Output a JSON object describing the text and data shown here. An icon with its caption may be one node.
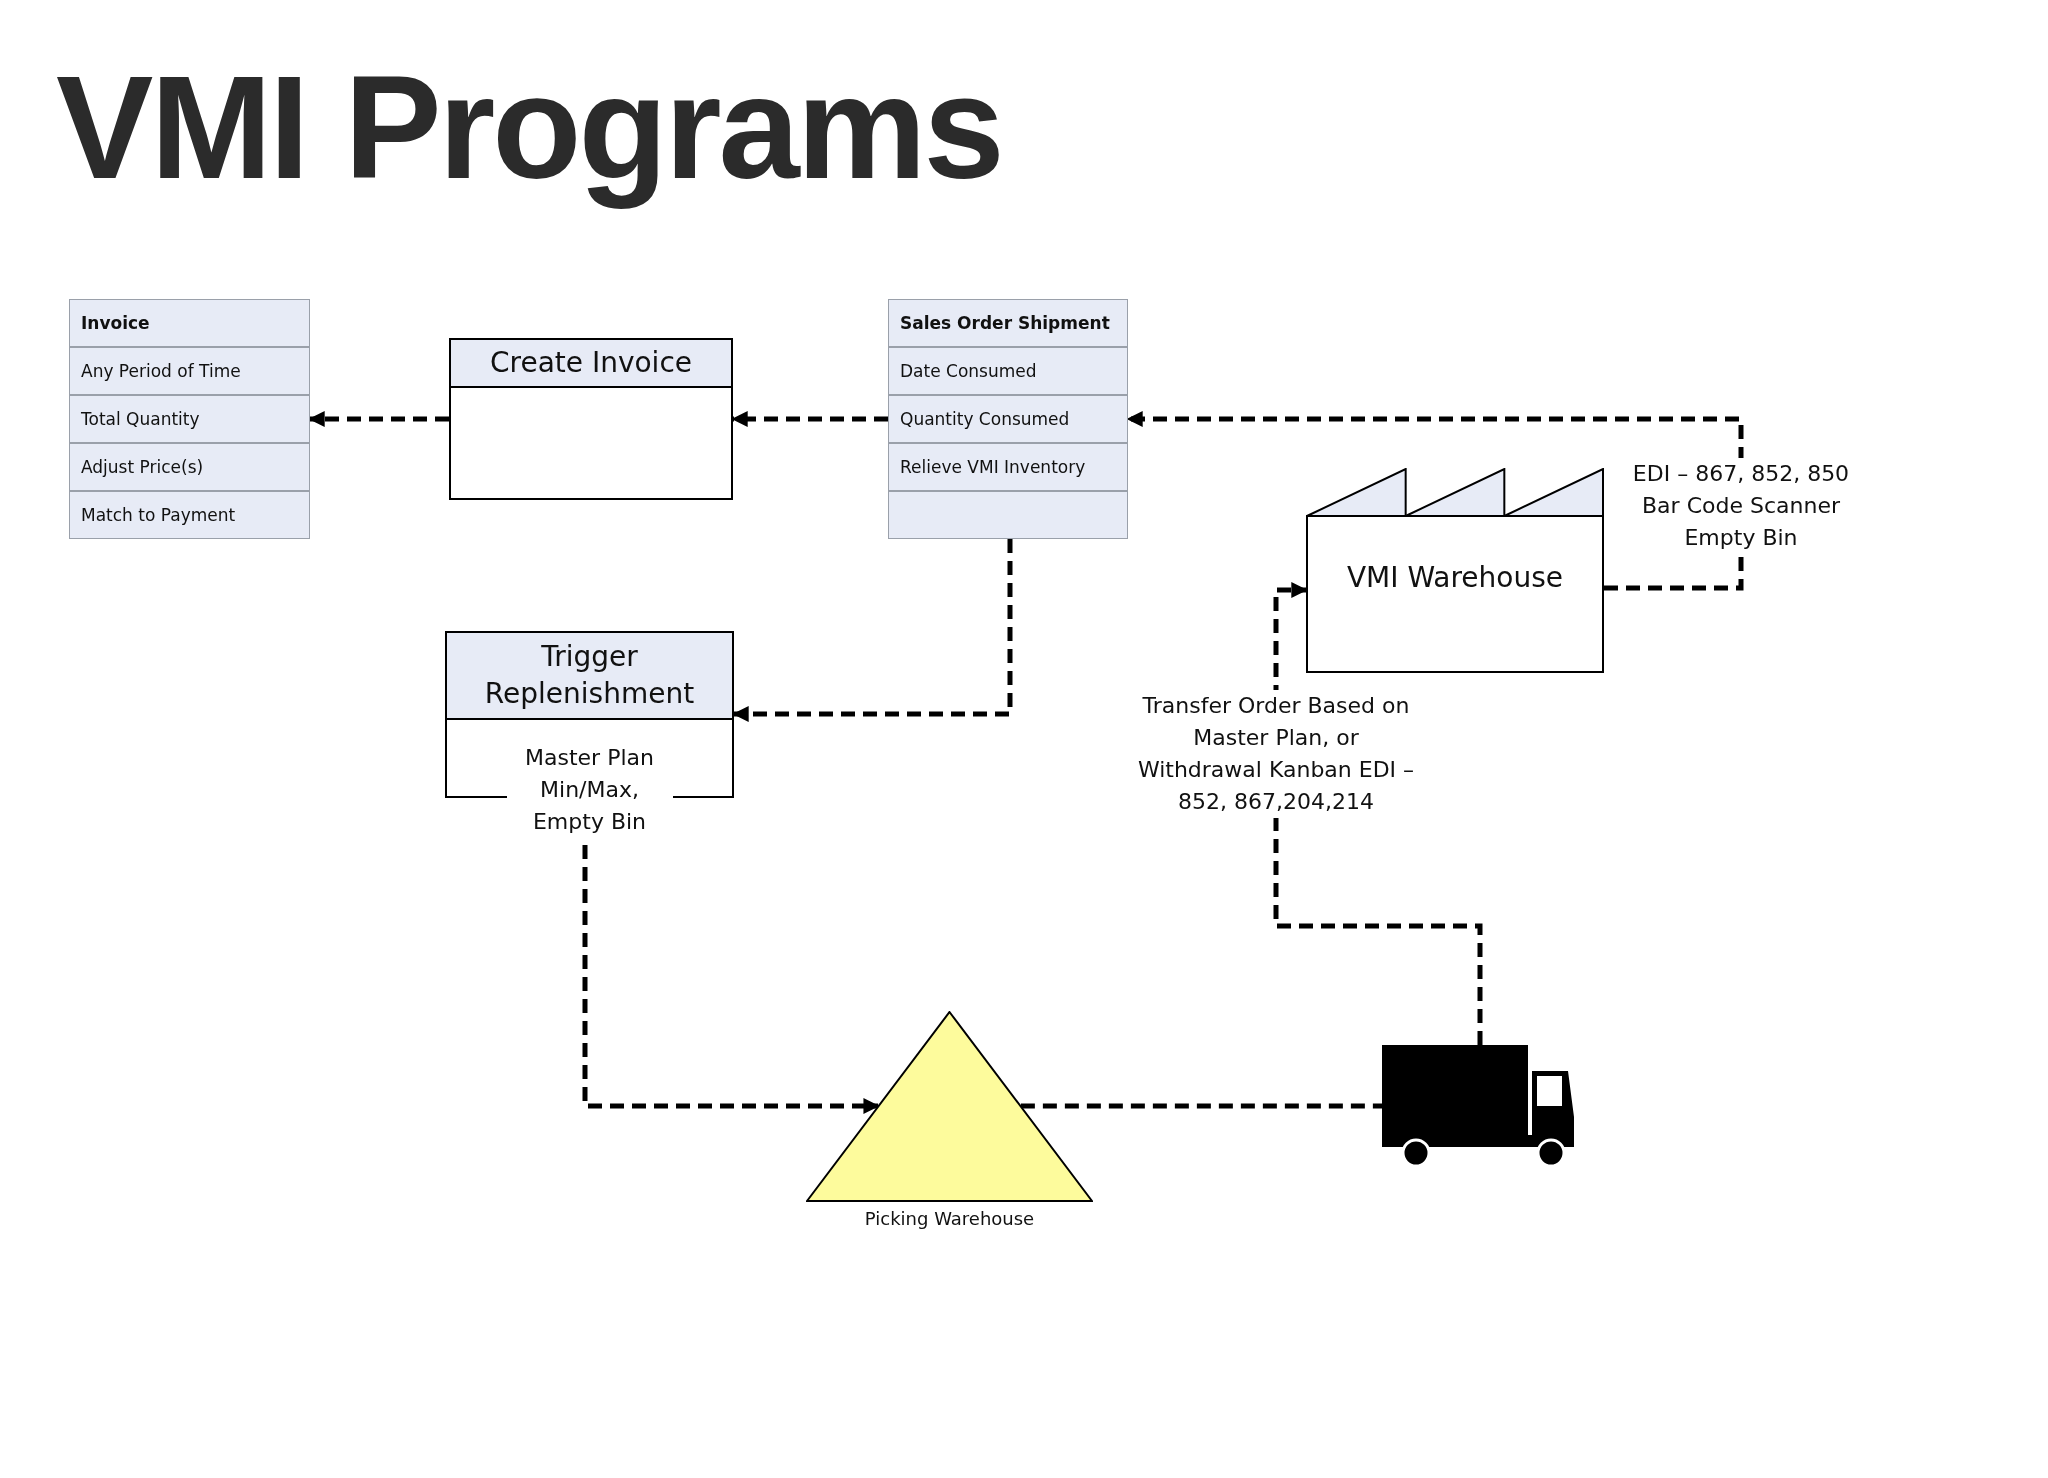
{
  "diagram": {
    "title": "VMI Programs",
    "nodes": [
      {
        "text": [
          "Invoice",
          "Any Period of Time",
          "Total Quantity",
          "Adjust Price(s)",
          "Match to Payment"
        ]
      },
      {
        "text": [
          "Create Invoice"
        ]
      },
      {
        "text": [
          "Sales Order Shipment",
          "Date Consumed",
          "Quantity Consumed",
          "Relieve VMI Inventory"
        ]
      },
      {
        "text": [
          "Trigger Replenishment",
          "Master Plan Min/Max, Empty Bin"
        ]
      },
      {
        "text": [
          "VMI Warehouse"
        ]
      },
      {
        "text": [
          "Picking Warehouse"
        ]
      },
      {
        "text": [],
        "shape": "truck"
      }
    ],
    "edges": [
      {
        "from": 1,
        "to": 0,
        "arrow": "to",
        "style": "dashed"
      },
      {
        "from": 2,
        "to": 1,
        "arrow": "to",
        "style": "dashed"
      },
      {
        "from": 4,
        "to": 2,
        "arrow": "to",
        "style": "dashed",
        "label": "EDI – 867, 852, 850 Bar Code Scanner Empty Bin"
      },
      {
        "from": 2,
        "to": 3,
        "arrow": "to",
        "style": "dashed"
      },
      {
        "from": 3,
        "to": 5,
        "arrow": "to",
        "style": "dashed"
      },
      {
        "from": 6,
        "to": 4,
        "arrow": "to",
        "style": "dashed",
        "label": "Transfer Order Based on Master Plan, or Withdrawal Kanban EDI – 852, 867,204,214"
      },
      {
        "from": 5,
        "to": 6,
        "arrow": "none",
        "style": "dashed"
      }
    ]
  }
}
